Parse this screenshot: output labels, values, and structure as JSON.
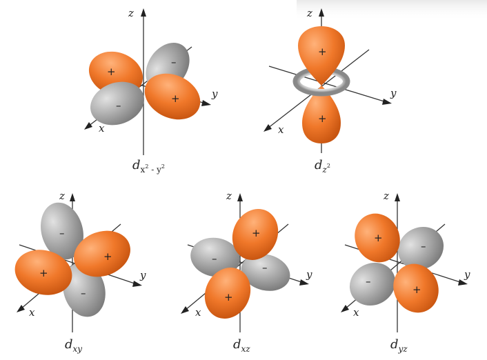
{
  "colors": {
    "positive_lobe": "#f0782a",
    "negative_lobe": "#a8a8a8",
    "axis": "#333333",
    "background": "#ffffff"
  },
  "signs": {
    "positive": "+",
    "negative": "–"
  },
  "axes": {
    "x": "x",
    "y": "y",
    "z": "z"
  },
  "orbitals": [
    {
      "id": "dx2y2",
      "caption_main": "d",
      "caption_sub": "x",
      "caption_sup1": "2",
      "caption_sub_mid": " - y",
      "caption_sup2": "2"
    },
    {
      "id": "dz2",
      "caption_main": "d",
      "caption_sub": "z",
      "caption_sup": "2"
    },
    {
      "id": "dxy",
      "caption_main": "d",
      "caption_sub": "xy"
    },
    {
      "id": "dxz",
      "caption_main": "d",
      "caption_sub": "xz"
    },
    {
      "id": "dyz",
      "caption_main": "d",
      "caption_sub": "yz"
    }
  ]
}
